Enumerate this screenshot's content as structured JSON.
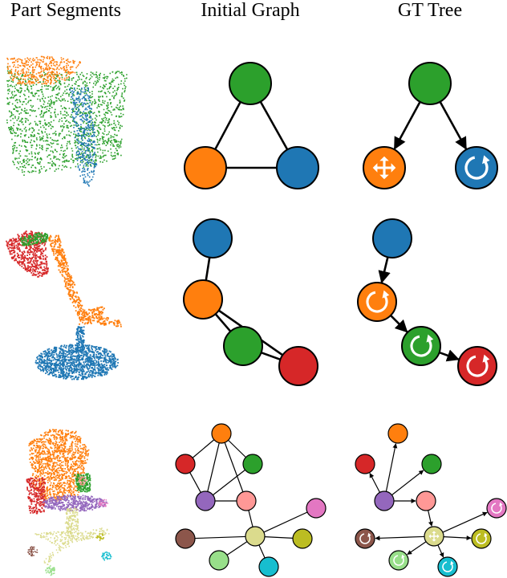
{
  "column_titles": {
    "part_segments": "Part Segments",
    "initial_graph": "Initial Graph",
    "gt_tree": "GT Tree"
  },
  "colors": {
    "green": "#2ca02c",
    "orange": "#ff7f0e",
    "blue": "#1f77b4",
    "red": "#d62728",
    "purple": "#9467bd",
    "pink": "#ff9896",
    "magenta": "#e377c2",
    "brown": "#8c564b",
    "olive": "#bcbd22",
    "khaki": "#dbdb8d",
    "light_green": "#98df8a",
    "cyan": "#17becf"
  },
  "rows": [
    {
      "object": "cabinet",
      "nodes": [
        {
          "id": "a",
          "color": "green",
          "joint": "none"
        },
        {
          "id": "b",
          "color": "orange",
          "joint": "prismatic"
        },
        {
          "id": "c",
          "color": "blue",
          "joint": "revolute"
        }
      ],
      "graph_edges": [
        [
          "a",
          "b"
        ],
        [
          "a",
          "c"
        ],
        [
          "b",
          "c"
        ]
      ],
      "tree_edges": [
        [
          "a",
          "b"
        ],
        [
          "a",
          "c"
        ]
      ]
    },
    {
      "object": "lamp",
      "nodes": [
        {
          "id": "a",
          "color": "blue",
          "joint": "none"
        },
        {
          "id": "b",
          "color": "orange",
          "joint": "revolute"
        },
        {
          "id": "c",
          "color": "green",
          "joint": "revolute"
        },
        {
          "id": "d",
          "color": "red",
          "joint": "revolute"
        }
      ],
      "graph_edges": [
        [
          "a",
          "b"
        ],
        [
          "b",
          "c"
        ],
        [
          "b",
          "d"
        ],
        [
          "c",
          "d"
        ]
      ],
      "tree_edges": [
        [
          "a",
          "b"
        ],
        [
          "b",
          "c"
        ],
        [
          "c",
          "d"
        ]
      ]
    },
    {
      "object": "chair",
      "nodes": [
        {
          "id": "orange",
          "color": "orange",
          "joint": "none"
        },
        {
          "id": "red",
          "color": "red",
          "joint": "none"
        },
        {
          "id": "green",
          "color": "green",
          "joint": "none"
        },
        {
          "id": "purple",
          "color": "purple",
          "joint": "none"
        },
        {
          "id": "pink",
          "color": "pink",
          "joint": "none"
        },
        {
          "id": "magenta",
          "color": "magenta",
          "joint": "revolute"
        },
        {
          "id": "brown",
          "color": "brown",
          "joint": "revolute"
        },
        {
          "id": "khaki",
          "color": "khaki",
          "joint": "prismatic"
        },
        {
          "id": "olive",
          "color": "olive",
          "joint": "revolute"
        },
        {
          "id": "lightgreen",
          "color": "light_green",
          "joint": "revolute"
        },
        {
          "id": "cyan",
          "color": "cyan",
          "joint": "revolute"
        }
      ],
      "graph_edges": [
        [
          "orange",
          "red"
        ],
        [
          "orange",
          "purple"
        ],
        [
          "orange",
          "green"
        ],
        [
          "orange",
          "pink"
        ],
        [
          "red",
          "purple"
        ],
        [
          "purple",
          "green"
        ],
        [
          "purple",
          "pink"
        ],
        [
          "pink",
          "khaki"
        ],
        [
          "khaki",
          "brown"
        ],
        [
          "khaki",
          "magenta"
        ],
        [
          "khaki",
          "olive"
        ],
        [
          "khaki",
          "lightgreen"
        ],
        [
          "khaki",
          "cyan"
        ]
      ],
      "tree_edges": [
        [
          "purple",
          "orange"
        ],
        [
          "purple",
          "red"
        ],
        [
          "purple",
          "green"
        ],
        [
          "purple",
          "pink"
        ],
        [
          "pink",
          "khaki"
        ],
        [
          "khaki",
          "brown"
        ],
        [
          "khaki",
          "magenta"
        ],
        [
          "khaki",
          "olive"
        ],
        [
          "khaki",
          "lightgreen"
        ],
        [
          "khaki",
          "cyan"
        ]
      ]
    }
  ]
}
